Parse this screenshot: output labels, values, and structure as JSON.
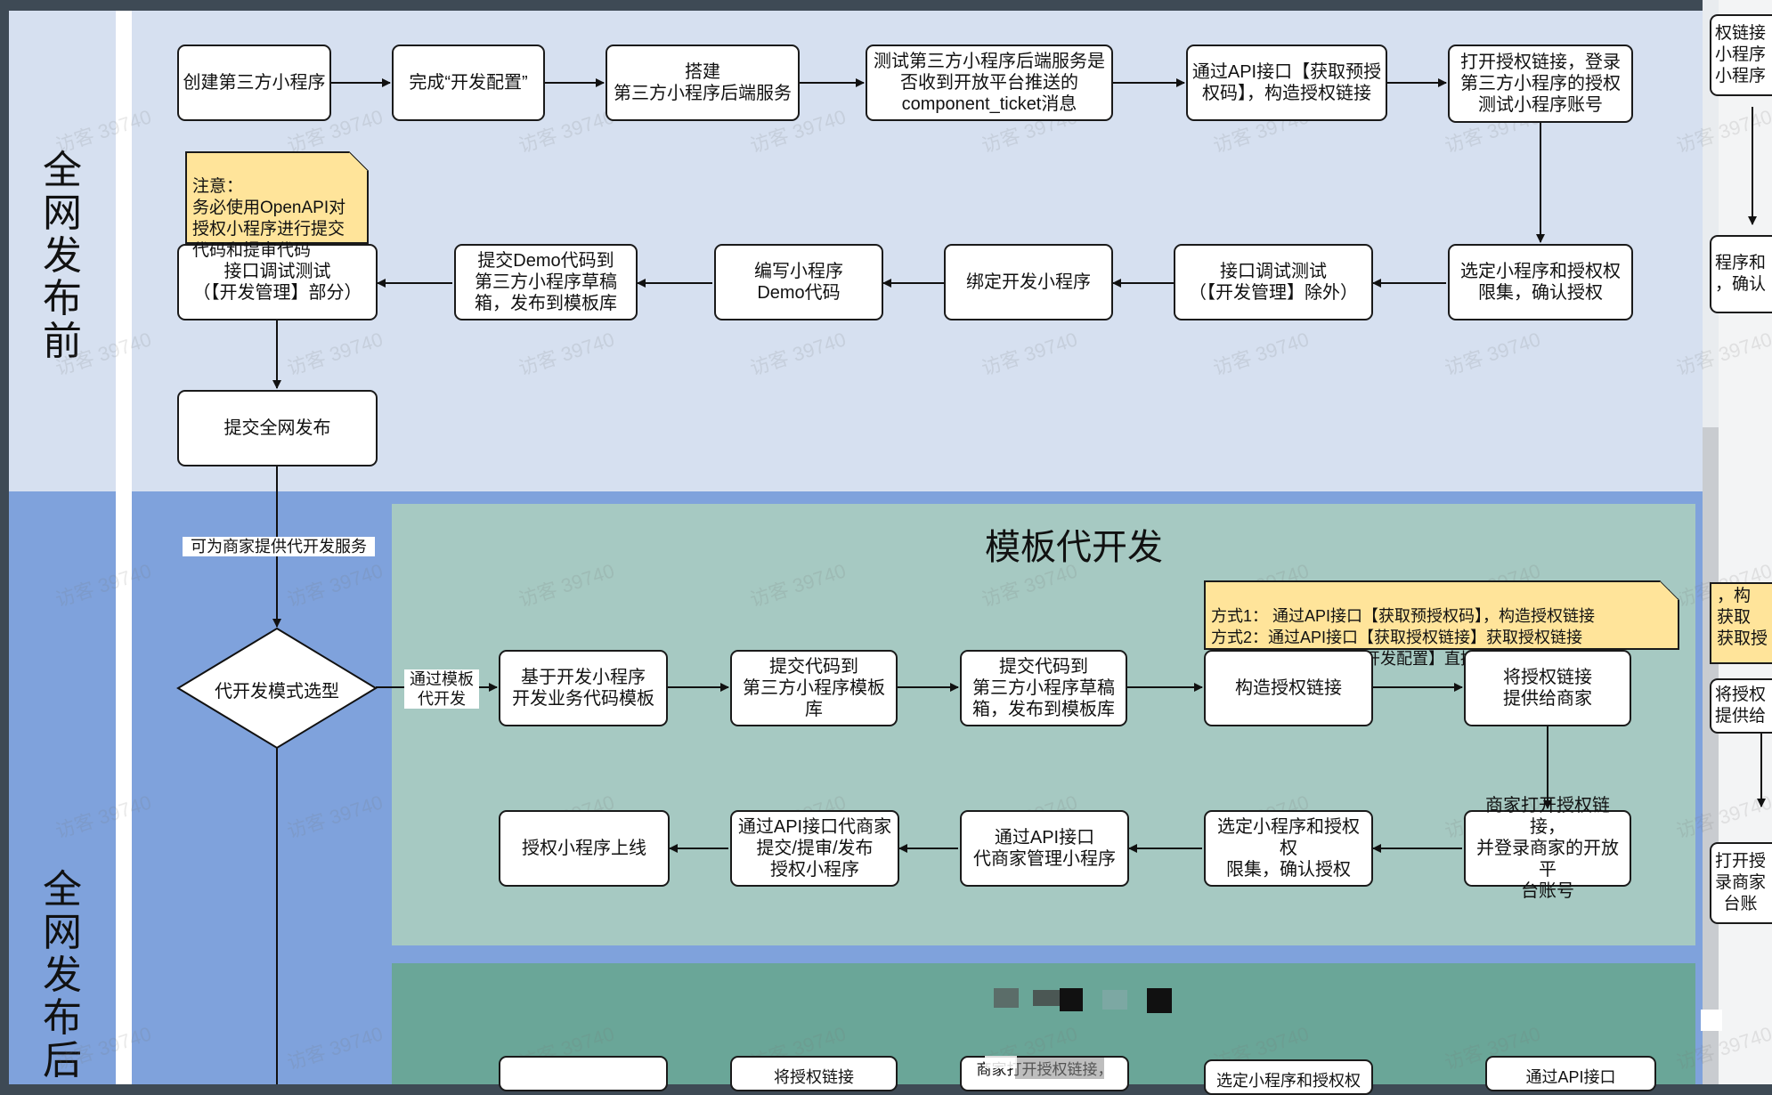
{
  "lanes": {
    "pre": "全\n网\n发\n布\n前",
    "post": "全\n网\n发\n布\n后"
  },
  "nodes": {
    "n1": "创建第三方小程序",
    "n2": "完成“开发配置”",
    "n3": "搭建\n第三方小程序后端服务",
    "n4": "测试第三方小程序后端服务是\n否收到开放平台推送的\ncomponent_ticket消息",
    "n5": "通过API接口【获取预授\n权码】，构造授权链接",
    "n6": "打开授权链接，登录\n第三方小程序的授权\n测试小程序账号",
    "n7": "选定小程序和授权权\n限集，确认授权",
    "n8": "接口调试测试\n（【开发管理】除外）",
    "n9": "绑定开发小程序",
    "n10": "编写小程序\nDemo代码",
    "n11": "提交Demo代码到\n第三方小程序草稿\n箱，发布到模板库",
    "n12": "接口调试测试\n（【开发管理】部分）",
    "n13": "提交全网发布",
    "d1": "代开发模式选型",
    "t1": "基于开发小程序\n开发业务代码模板",
    "t2": "提交代码到\n第三方小程序模板库",
    "t3": "提交代码到\n第三方小程序草稿\n箱，发布到模板库",
    "t4": "构造授权链接",
    "t5": "将授权链接\n提供给商家",
    "t6": "商家打开授权链接，\n并登录商家的开放平\n台账号",
    "t7": "选定小程序和授权权\n限集，确认授权",
    "t8": "通过API接口\n代商家管理小程序",
    "t9": "通过API接口代商家\n提交/提审/发布\n授权小程序",
    "t10": "授权小程序上线"
  },
  "notes": {
    "note1": "注意：\n务必使用OpenAPI对\n授权小程序进行提交\n代码和提审代码",
    "note2": "方式1： 通过API接口【获取预授权码】，构造授权链接\n方式2：通过API接口【获取授权链接】获取授权链接\n方式3：通过控制台【开发配置】直接获取授权链接"
  },
  "edge_labels": {
    "e1": "可为商家提供代开发服务",
    "e2": "通过模板\n代开发"
  },
  "section_title": "模板代开发",
  "cutoff_right": {
    "c1": "权链接\n小程序\n小程序",
    "c2": "程序和\n，确认",
    "c3": "，构\n获取\n获取授",
    "c4": "将授权\n提供给",
    "c5": "打开授\n录商家\n台账"
  },
  "bottom_partial": {
    "b1": "将授权链接",
    "b2": "商家打开授权链接，",
    "b3": "选定小程序和授权权",
    "b4": "通过API接口"
  },
  "watermark_text": "访客 39740",
  "colors": {
    "lane_pre": "#d6e0f0",
    "lane_post": "#7fa2dc",
    "section_template": "#a6c9c2",
    "section_second": "#6aa698",
    "note": "#ffe49a",
    "node_border": "#1a1a1a"
  }
}
